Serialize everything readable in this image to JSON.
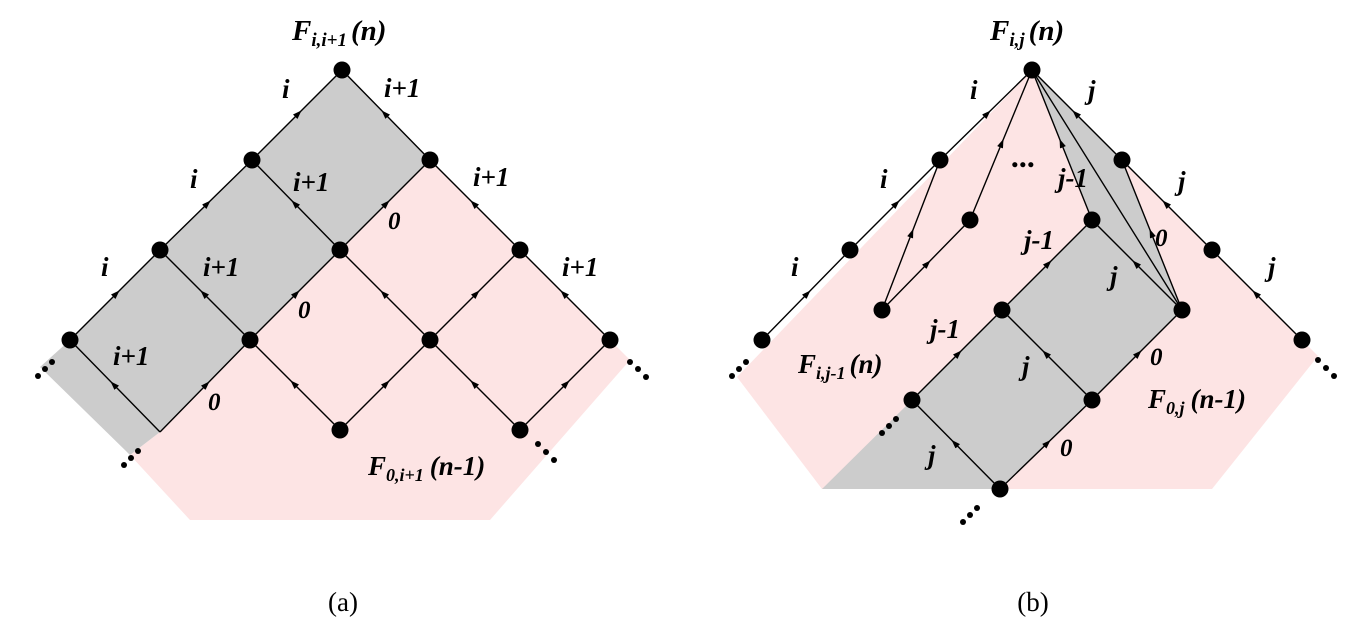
{
  "colors": {
    "gray_region": "#cccccc",
    "pink_region": "#fde4e4",
    "ink": "#000000",
    "background": "#ffffff"
  },
  "panel_a": {
    "caption": "(a)",
    "top_label": {
      "base": "F",
      "sub": "i,i+1",
      "arg": "(n)"
    },
    "bottom_label": {
      "base": "F",
      "sub": "0,i+1",
      "arg": "(n-1)"
    },
    "edge_labels": {
      "i_1": "i",
      "i_2": "i",
      "i_3": "i",
      "ip1_1": "i+1",
      "ip1_2": "i+1",
      "ip1_3": "i+1",
      "ip1_4": "i+1",
      "ip1_5": "i+1",
      "ip1_6": "i+1",
      "zero_1": "0",
      "zero_2": "0",
      "zero_3": "0"
    }
  },
  "panel_b": {
    "caption": "(b)",
    "top_label": {
      "base": "F",
      "sub": "i,j",
      "arg": "(n)"
    },
    "left_label": {
      "base": "F",
      "sub": "i,j-1",
      "arg": "(n)"
    },
    "right_label": {
      "base": "F",
      "sub": "0,j",
      "arg": "(n-1)"
    },
    "edge_labels": {
      "i_1": "i",
      "i_2": "i",
      "i_3": "i",
      "j_1": "j",
      "j_2": "j",
      "j_3": "j",
      "j_4": "j",
      "j_5": "j",
      "j_6": "j",
      "jm1_1": "j-1",
      "jm1_2": "j-1",
      "jm1_3": "j-1",
      "zero_1": "0",
      "zero_2": "0",
      "zero_3": "0",
      "ellipsis": "..."
    }
  }
}
